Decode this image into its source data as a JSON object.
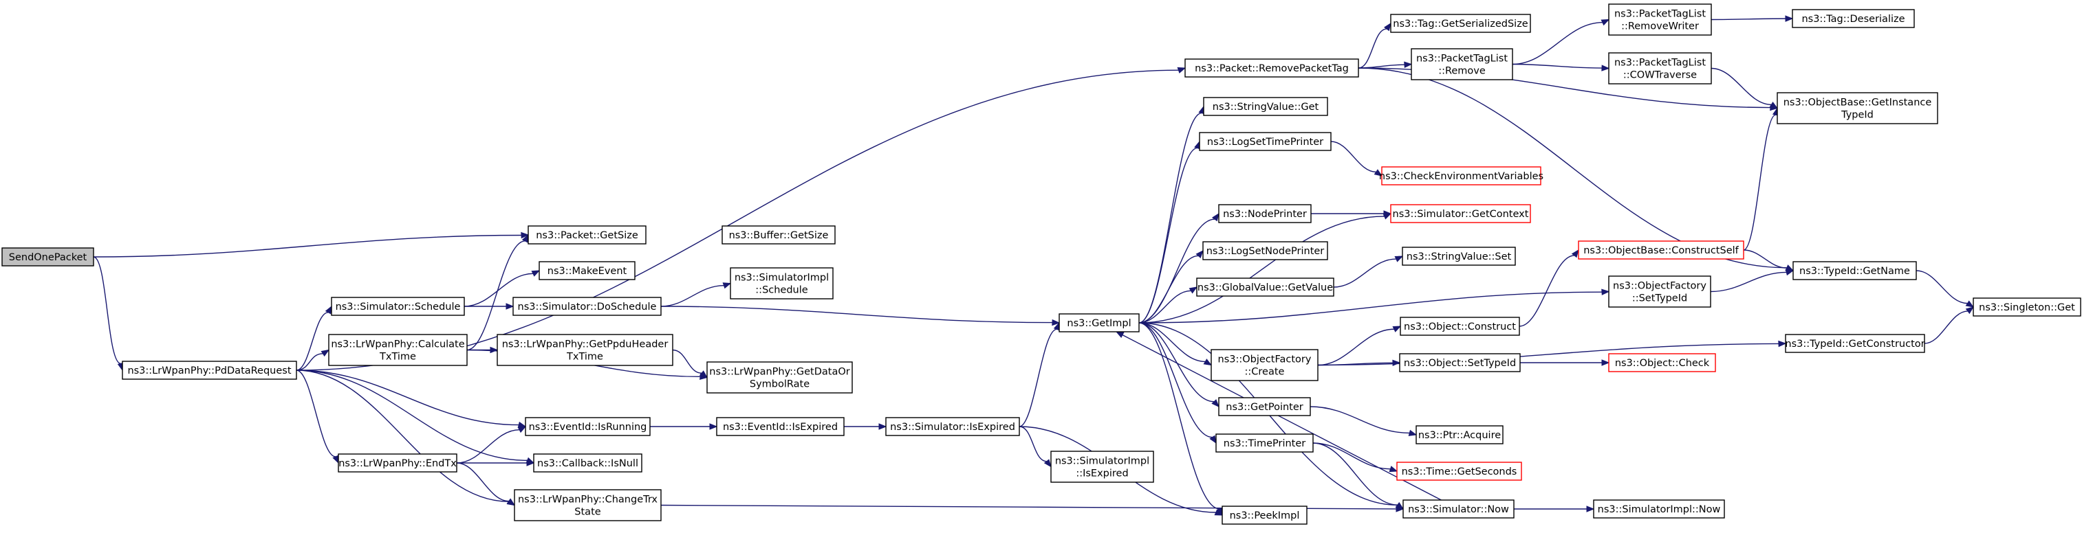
{
  "diagram": {
    "type": "call-graph",
    "colors": {
      "edge": "#191970",
      "root_fill": "#bfbfbf",
      "node_fill": "#ffffff",
      "node_border": "#000000",
      "truncated_border": "#ff0000"
    },
    "nodes": [
      {
        "id": "send",
        "lines": [
          "SendOnePacket"
        ],
        "style": "root"
      },
      {
        "id": "pddata",
        "lines": [
          "ns3::LrWpanPhy::PdDataRequest"
        ]
      },
      {
        "id": "removetag",
        "lines": [
          "ns3::Packet::RemovePacketTag"
        ]
      },
      {
        "id": "getsize",
        "lines": [
          "ns3::Packet::GetSize"
        ]
      },
      {
        "id": "buffersize",
        "lines": [
          "ns3::Buffer::GetSize"
        ]
      },
      {
        "id": "schedule",
        "lines": [
          "ns3::Simulator::Schedule"
        ]
      },
      {
        "id": "makeevent",
        "lines": [
          "ns3::MakeEvent"
        ]
      },
      {
        "id": "doschedule",
        "lines": [
          "ns3::Simulator::DoSchedule"
        ]
      },
      {
        "id": "simimplschedule",
        "lines": [
          "ns3::SimulatorImpl",
          "::Schedule"
        ]
      },
      {
        "id": "calctx",
        "lines": [
          "ns3::LrWpanPhy::Calculate",
          "TxTime"
        ]
      },
      {
        "id": "ppdu",
        "lines": [
          "ns3::LrWpanPhy::GetPpduHeader",
          "TxTime"
        ]
      },
      {
        "id": "datarate",
        "lines": [
          "ns3::LrWpanPhy::GetDataOr",
          "SymbolRate"
        ]
      },
      {
        "id": "isrunning",
        "lines": [
          "ns3::EventId::IsRunning"
        ]
      },
      {
        "id": "eventexpired",
        "lines": [
          "ns3::EventId::IsExpired"
        ]
      },
      {
        "id": "simexpired",
        "lines": [
          "ns3::Simulator::IsExpired"
        ]
      },
      {
        "id": "implexpired",
        "lines": [
          "ns3::SimulatorImpl",
          "::IsExpired"
        ]
      },
      {
        "id": "endtx",
        "lines": [
          "ns3::LrWpanPhy::EndTx"
        ]
      },
      {
        "id": "isnull",
        "lines": [
          "ns3::Callback::IsNull"
        ]
      },
      {
        "id": "changetrx",
        "lines": [
          "ns3::LrWpanPhy::ChangeTrx",
          "State"
        ]
      },
      {
        "id": "getimpl",
        "lines": [
          "ns3::GetImpl"
        ]
      },
      {
        "id": "stringget",
        "lines": [
          "ns3::StringValue::Get"
        ]
      },
      {
        "id": "logsettime",
        "lines": [
          "ns3::LogSetTimePrinter"
        ]
      },
      {
        "id": "checkenv",
        "lines": [
          "ns3::CheckEnvironmentVariables"
        ],
        "style": "truncated"
      },
      {
        "id": "nodeprinter",
        "lines": [
          "ns3::NodePrinter"
        ]
      },
      {
        "id": "getcontext",
        "lines": [
          "ns3::Simulator::GetContext"
        ],
        "style": "truncated"
      },
      {
        "id": "logsetnode",
        "lines": [
          "ns3::LogSetNodePrinter"
        ]
      },
      {
        "id": "globalget",
        "lines": [
          "ns3::GlobalValue::GetValue"
        ]
      },
      {
        "id": "stringset",
        "lines": [
          "ns3::StringValue::Set"
        ]
      },
      {
        "id": "ofcreate",
        "lines": [
          "ns3::ObjectFactory",
          "::Create"
        ]
      },
      {
        "id": "objconstruct",
        "lines": [
          "ns3::Object::Construct"
        ]
      },
      {
        "id": "objsettypeid",
        "lines": [
          "ns3::Object::SetTypeId"
        ]
      },
      {
        "id": "objcheck",
        "lines": [
          "ns3::Object::Check"
        ],
        "style": "truncated"
      },
      {
        "id": "getpointer",
        "lines": [
          "ns3::GetPointer"
        ]
      },
      {
        "id": "ptracquire",
        "lines": [
          "ns3::Ptr::Acquire"
        ]
      },
      {
        "id": "timeprinter",
        "lines": [
          "ns3::TimePrinter"
        ]
      },
      {
        "id": "getseconds",
        "lines": [
          "ns3::Time::GetSeconds"
        ],
        "style": "truncated"
      },
      {
        "id": "simnow",
        "lines": [
          "ns3::Simulator::Now"
        ]
      },
      {
        "id": "implnow",
        "lines": [
          "ns3::SimulatorImpl::Now"
        ]
      },
      {
        "id": "peekimpl",
        "lines": [
          "ns3::PeekImpl"
        ]
      },
      {
        "id": "tagserial",
        "lines": [
          "ns3::Tag::GetSerializedSize"
        ]
      },
      {
        "id": "ptlremove",
        "lines": [
          "ns3::PacketTagList",
          "::Remove"
        ]
      },
      {
        "id": "ptlremovewriter",
        "lines": [
          "ns3::PacketTagList",
          "::RemoveWriter"
        ]
      },
      {
        "id": "tagdeser",
        "lines": [
          "ns3::Tag::Deserialize"
        ]
      },
      {
        "id": "ptlcow",
        "lines": [
          "ns3::PacketTagList",
          "::COWTraverse"
        ]
      },
      {
        "id": "obgetinst",
        "lines": [
          "ns3::ObjectBase::GetInstance",
          "TypeId"
        ]
      },
      {
        "id": "obconstructself",
        "lines": [
          "ns3::ObjectBase::ConstructSelf"
        ],
        "style": "truncated"
      },
      {
        "id": "ofsettypeid",
        "lines": [
          "ns3::ObjectFactory",
          "::SetTypeId"
        ]
      },
      {
        "id": "typeidgetname",
        "lines": [
          "ns3::TypeId::GetName"
        ]
      },
      {
        "id": "typeidgetctor",
        "lines": [
          "ns3::TypeId::GetConstructor"
        ]
      },
      {
        "id": "singleton",
        "lines": [
          "ns3::Singleton::Get"
        ]
      }
    ],
    "edges": [
      [
        "send",
        "getsize"
      ],
      [
        "send",
        "pddata"
      ],
      [
        "pddata",
        "removetag"
      ],
      [
        "pddata",
        "schedule"
      ],
      [
        "pddata",
        "calctx"
      ],
      [
        "pddata",
        "isrunning"
      ],
      [
        "pddata",
        "isnull"
      ],
      [
        "pddata",
        "endtx"
      ],
      [
        "pddata",
        "changetrx"
      ],
      [
        "schedule",
        "makeevent"
      ],
      [
        "schedule",
        "doschedule"
      ],
      [
        "doschedule",
        "simimplschedule"
      ],
      [
        "doschedule",
        "getimpl"
      ],
      [
        "calctx",
        "getsize"
      ],
      [
        "calctx",
        "ppdu"
      ],
      [
        "calctx",
        "datarate"
      ],
      [
        "ppdu",
        "datarate"
      ],
      [
        "isrunning",
        "eventexpired"
      ],
      [
        "eventexpired",
        "simexpired"
      ],
      [
        "simexpired",
        "getimpl"
      ],
      [
        "simexpired",
        "implexpired"
      ],
      [
        "simexpired",
        "peekimpl"
      ],
      [
        "endtx",
        "isrunning"
      ],
      [
        "endtx",
        "isnull"
      ],
      [
        "endtx",
        "changetrx"
      ],
      [
        "changetrx",
        "simnow"
      ],
      [
        "getimpl",
        "stringget"
      ],
      [
        "getimpl",
        "logsettime"
      ],
      [
        "getimpl",
        "getcontext"
      ],
      [
        "getimpl",
        "nodeprinter"
      ],
      [
        "getimpl",
        "logsetnode"
      ],
      [
        "getimpl",
        "globalget"
      ],
      [
        "getimpl",
        "ofsettypeid"
      ],
      [
        "getimpl",
        "ofcreate"
      ],
      [
        "getimpl",
        "getpointer"
      ],
      [
        "getimpl",
        "timeprinter"
      ],
      [
        "getimpl",
        "simnow"
      ],
      [
        "getimpl",
        "peekimpl"
      ],
      [
        "logsettime",
        "checkenv"
      ],
      [
        "nodeprinter",
        "getcontext"
      ],
      [
        "globalget",
        "stringset"
      ],
      [
        "ofcreate",
        "objconstruct"
      ],
      [
        "ofcreate",
        "objsettypeid"
      ],
      [
        "ofcreate",
        "typeidgetctor"
      ],
      [
        "objconstruct",
        "obconstructself"
      ],
      [
        "objsettypeid",
        "objcheck"
      ],
      [
        "getpointer",
        "ptracquire"
      ],
      [
        "timeprinter",
        "getseconds"
      ],
      [
        "timeprinter",
        "simnow"
      ],
      [
        "simnow",
        "implnow"
      ],
      [
        "simnow",
        "getimpl"
      ],
      [
        "removetag",
        "tagserial"
      ],
      [
        "removetag",
        "ptlremove"
      ],
      [
        "removetag",
        "obgetinst"
      ],
      [
        "removetag",
        "typeidgetname"
      ],
      [
        "ptlremove",
        "ptlremovewriter"
      ],
      [
        "ptlremove",
        "ptlcow"
      ],
      [
        "ptlremovewriter",
        "tagdeser"
      ],
      [
        "ptlcow",
        "obgetinst"
      ],
      [
        "obconstructself",
        "obgetinst"
      ],
      [
        "obconstructself",
        "typeidgetname"
      ],
      [
        "ofsettypeid",
        "typeidgetname"
      ],
      [
        "typeidgetname",
        "singleton"
      ],
      [
        "typeidgetctor",
        "singleton"
      ]
    ]
  }
}
